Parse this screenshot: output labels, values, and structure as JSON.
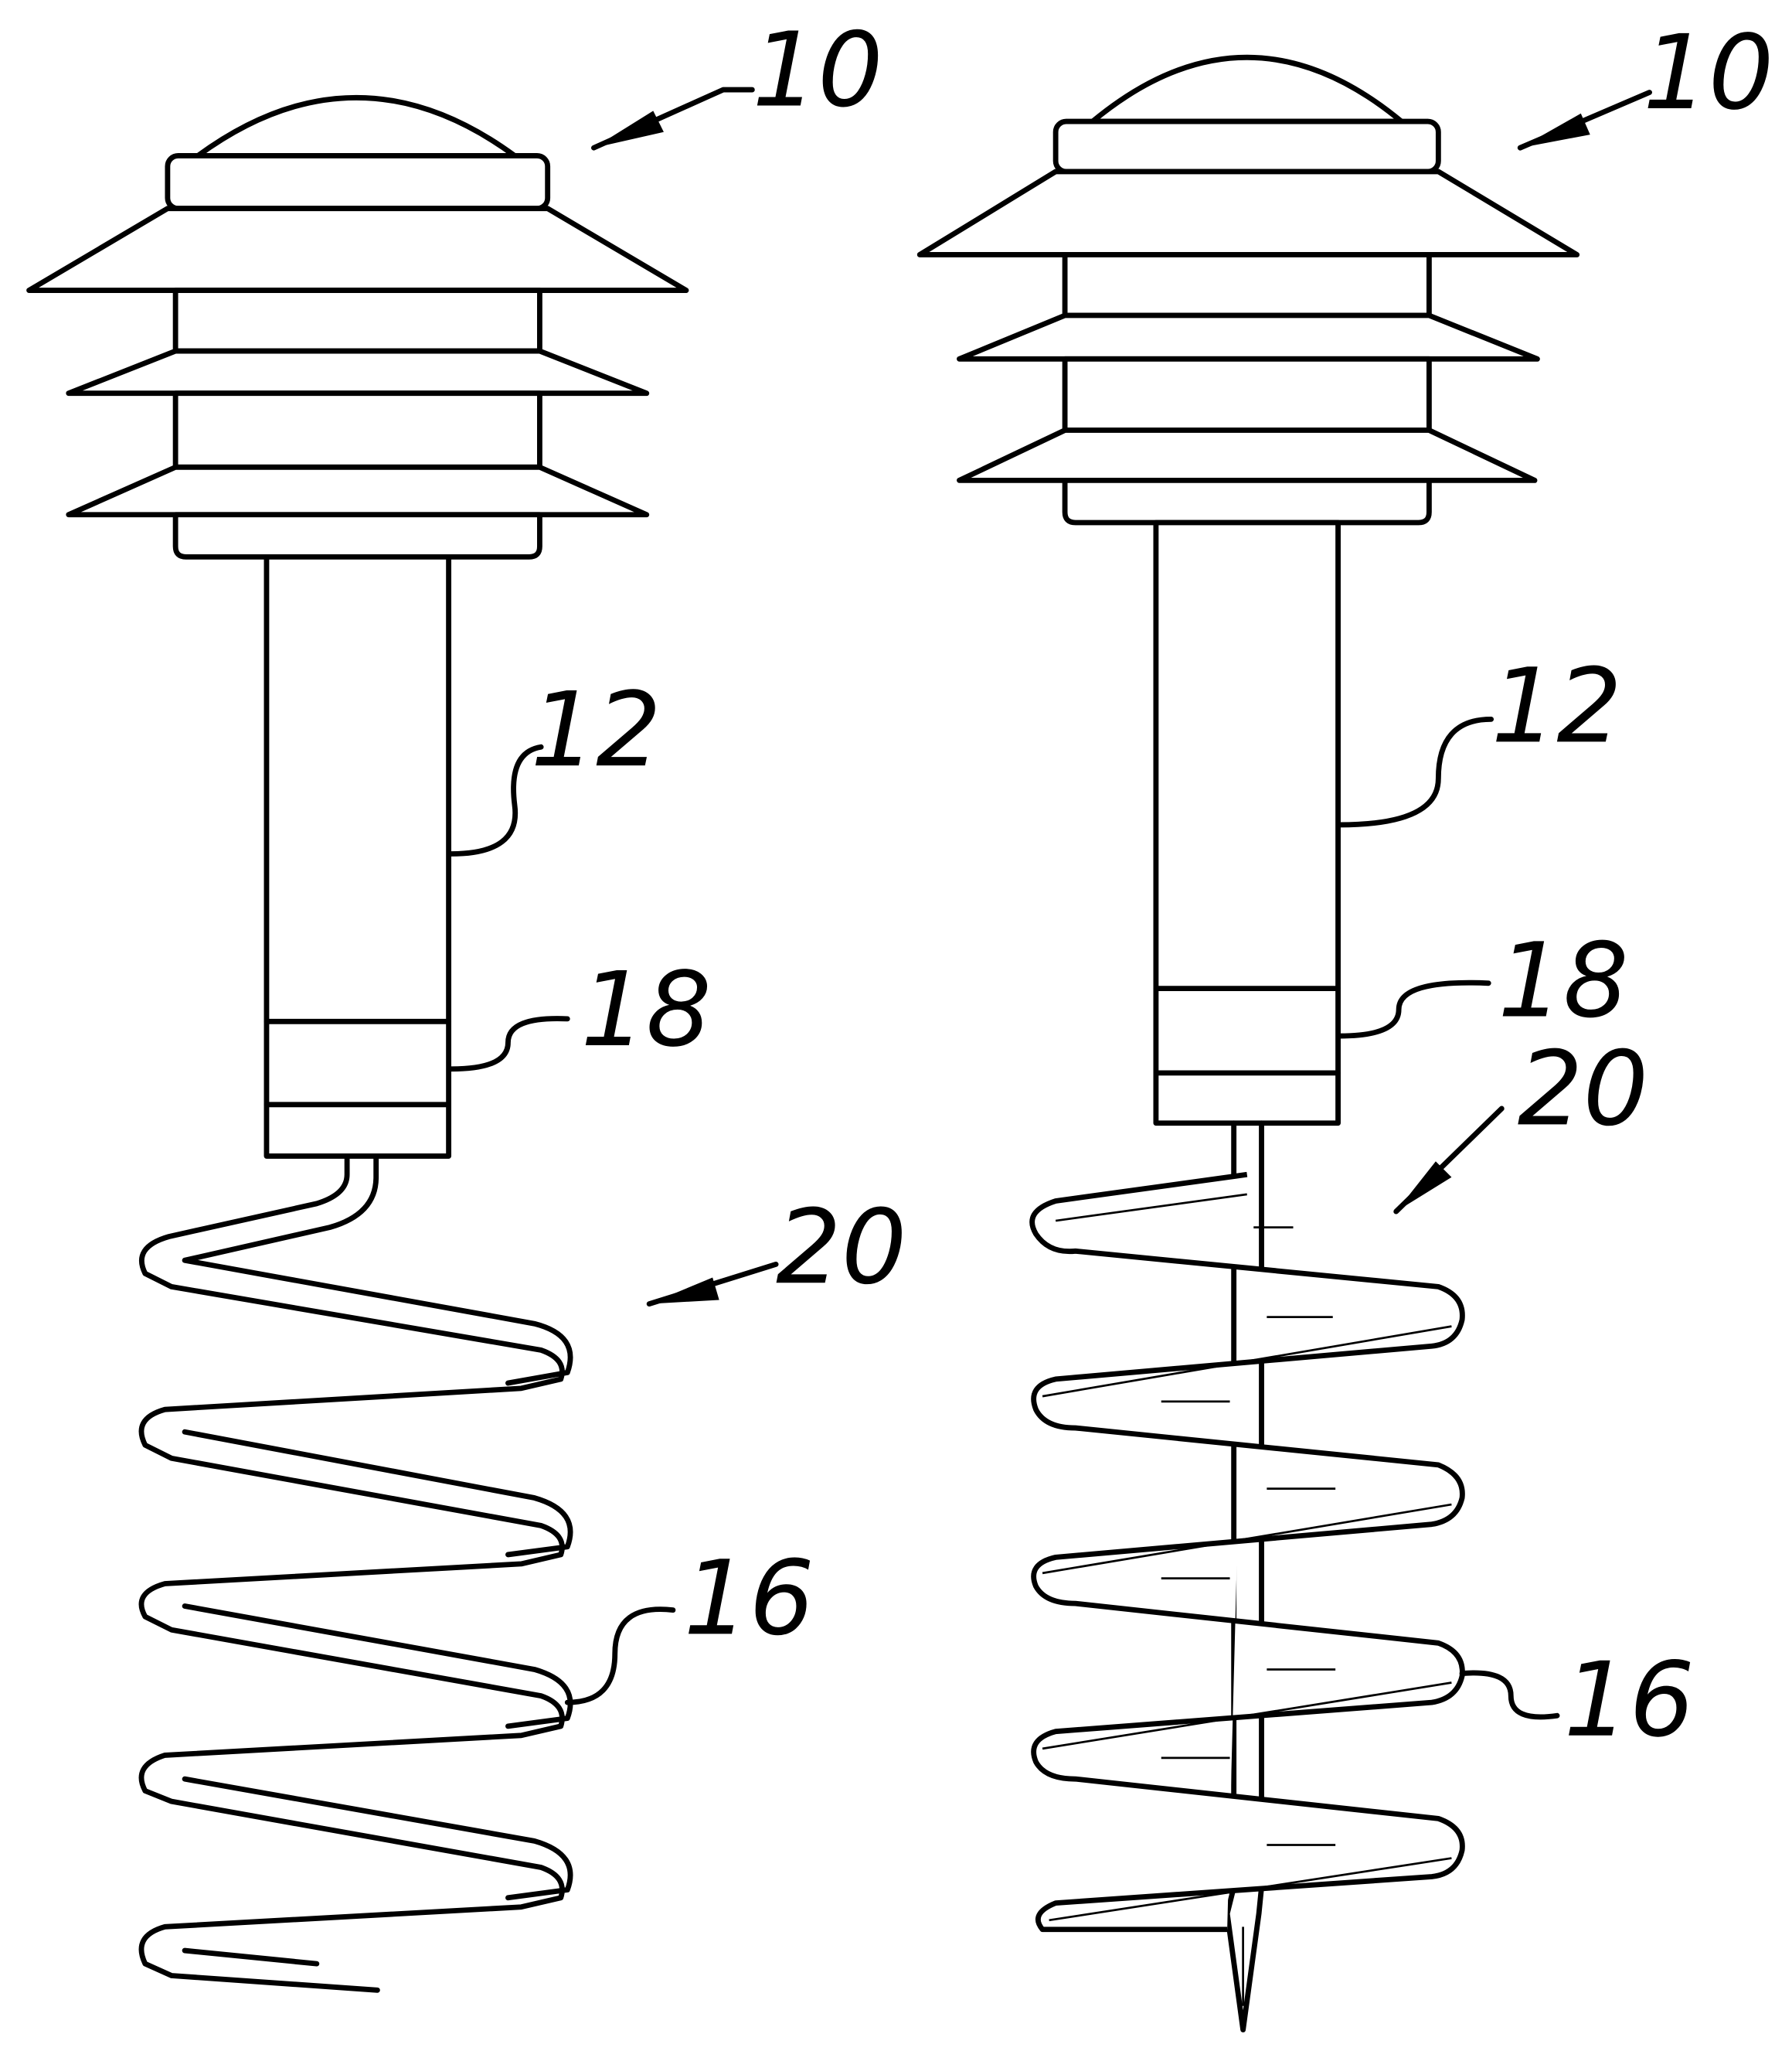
{
  "figures": [
    {
      "id": "left",
      "labels": {
        "lamp": "10",
        "stake_tube": "12",
        "collar": "18",
        "coil": "16",
        "auger": "20"
      }
    },
    {
      "id": "right",
      "labels": {
        "lamp": "10",
        "stake_tube": "12",
        "collar": "18",
        "coil": "16",
        "auger": "20"
      }
    }
  ],
  "colors": {
    "line": "#000000",
    "background": "#ffffff"
  }
}
